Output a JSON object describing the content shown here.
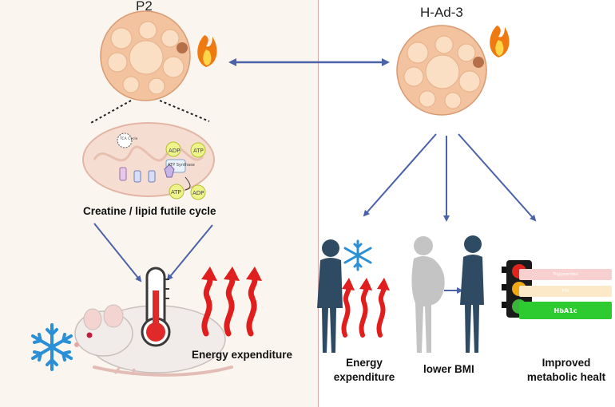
{
  "left_panel": {
    "title": "P2",
    "mechanism_label": "Creatine / lipid futile cycle",
    "outcome_label": "Energy expenditure",
    "mito_labels": {
      "tca": "TCA Cycle",
      "adp_top": "ADP",
      "atp_top": "ATP",
      "atp_synthase": "ATP Synthase",
      "atp_bottom": "ATP",
      "adp_bottom": "ADP"
    }
  },
  "right_panel": {
    "title": "H-Ad-3",
    "outcome_energy": "Energy expenditure",
    "outcome_bmi": "lower BMI",
    "outcome_metabolic": "Improved metabolic healt",
    "bars": [
      {
        "label": "Triglycerides",
        "color": "#f8d0d0"
      },
      {
        "label": "FFA",
        "color": "#fbe9c8"
      },
      {
        "label": "HbA1c",
        "color": "#2ecb30"
      }
    ],
    "traffic_light_colors": [
      "#e0261c",
      "#f0a814",
      "#3cb43c"
    ]
  },
  "colors": {
    "arrow": "#4a62a8",
    "flame": "#f07a12",
    "heat_arrow": "#e01e1e",
    "snowflake": "#2a8fd6",
    "person": "#2e4b63",
    "person_before": "#c4c4c4"
  }
}
